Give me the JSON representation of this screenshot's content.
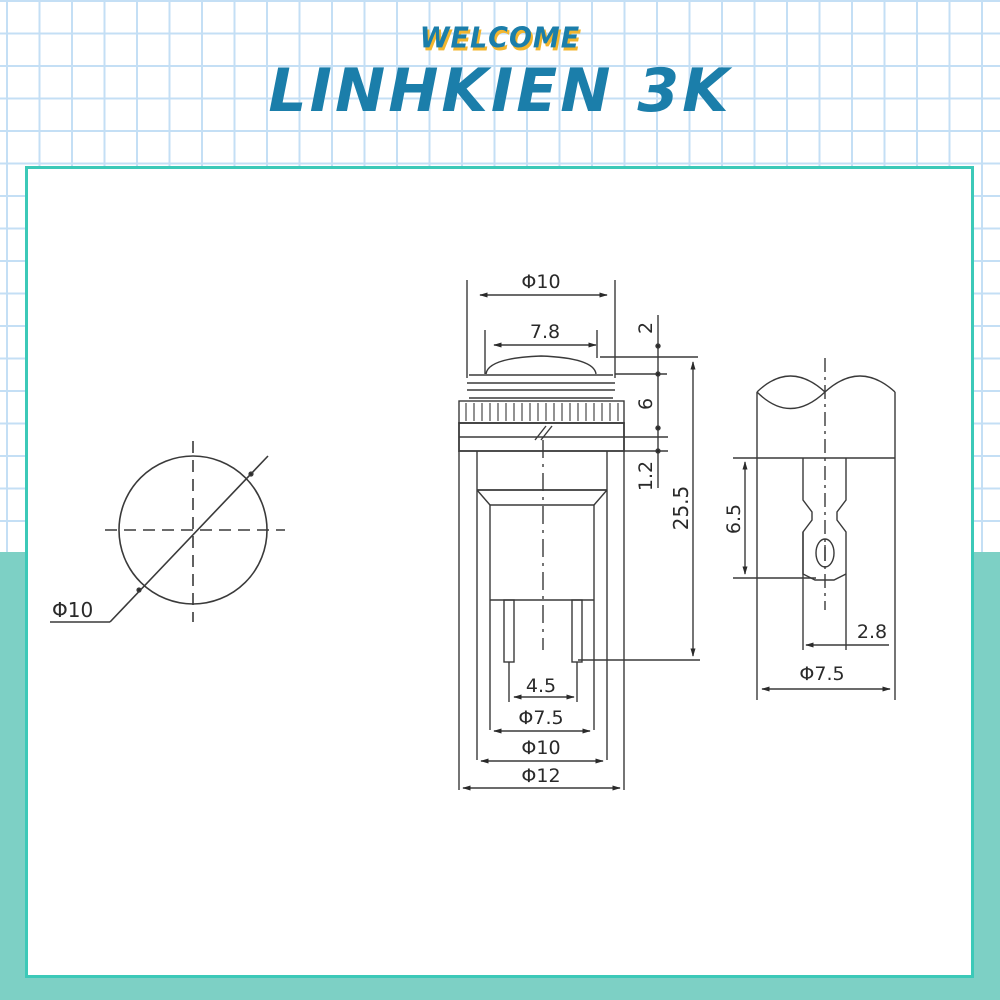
{
  "header": {
    "welcome": "WELCOME",
    "brand": "LINHKIEN 3K"
  },
  "colors": {
    "brand_blue": "#1b7eaa",
    "accent_yellow": "#f3b62e",
    "grid_line": "#c4dff5",
    "panel_border": "#3cc9b8",
    "teal_background": "#7dd0c5",
    "line_drawing": "#2a2a2a"
  },
  "drawing": {
    "front_view": {
      "diameter_label": "Φ10"
    },
    "side_view": {
      "top_dims": {
        "outer_diameter": "Φ10",
        "cap_width": "7.8"
      },
      "vertical_dims": {
        "cap_height": "2",
        "nut_height": "6",
        "flange_height": "1.2",
        "total_height": "25.5"
      },
      "bottom_dims": {
        "pin_spacing": "4.5",
        "body_diameter": "Φ7.5",
        "mid_diameter": "Φ10",
        "flange_diameter": "Φ12"
      }
    },
    "terminal_view": {
      "terminal_length": "6.5",
      "terminal_width": "2.8",
      "body_diameter": "Φ7.5"
    }
  }
}
